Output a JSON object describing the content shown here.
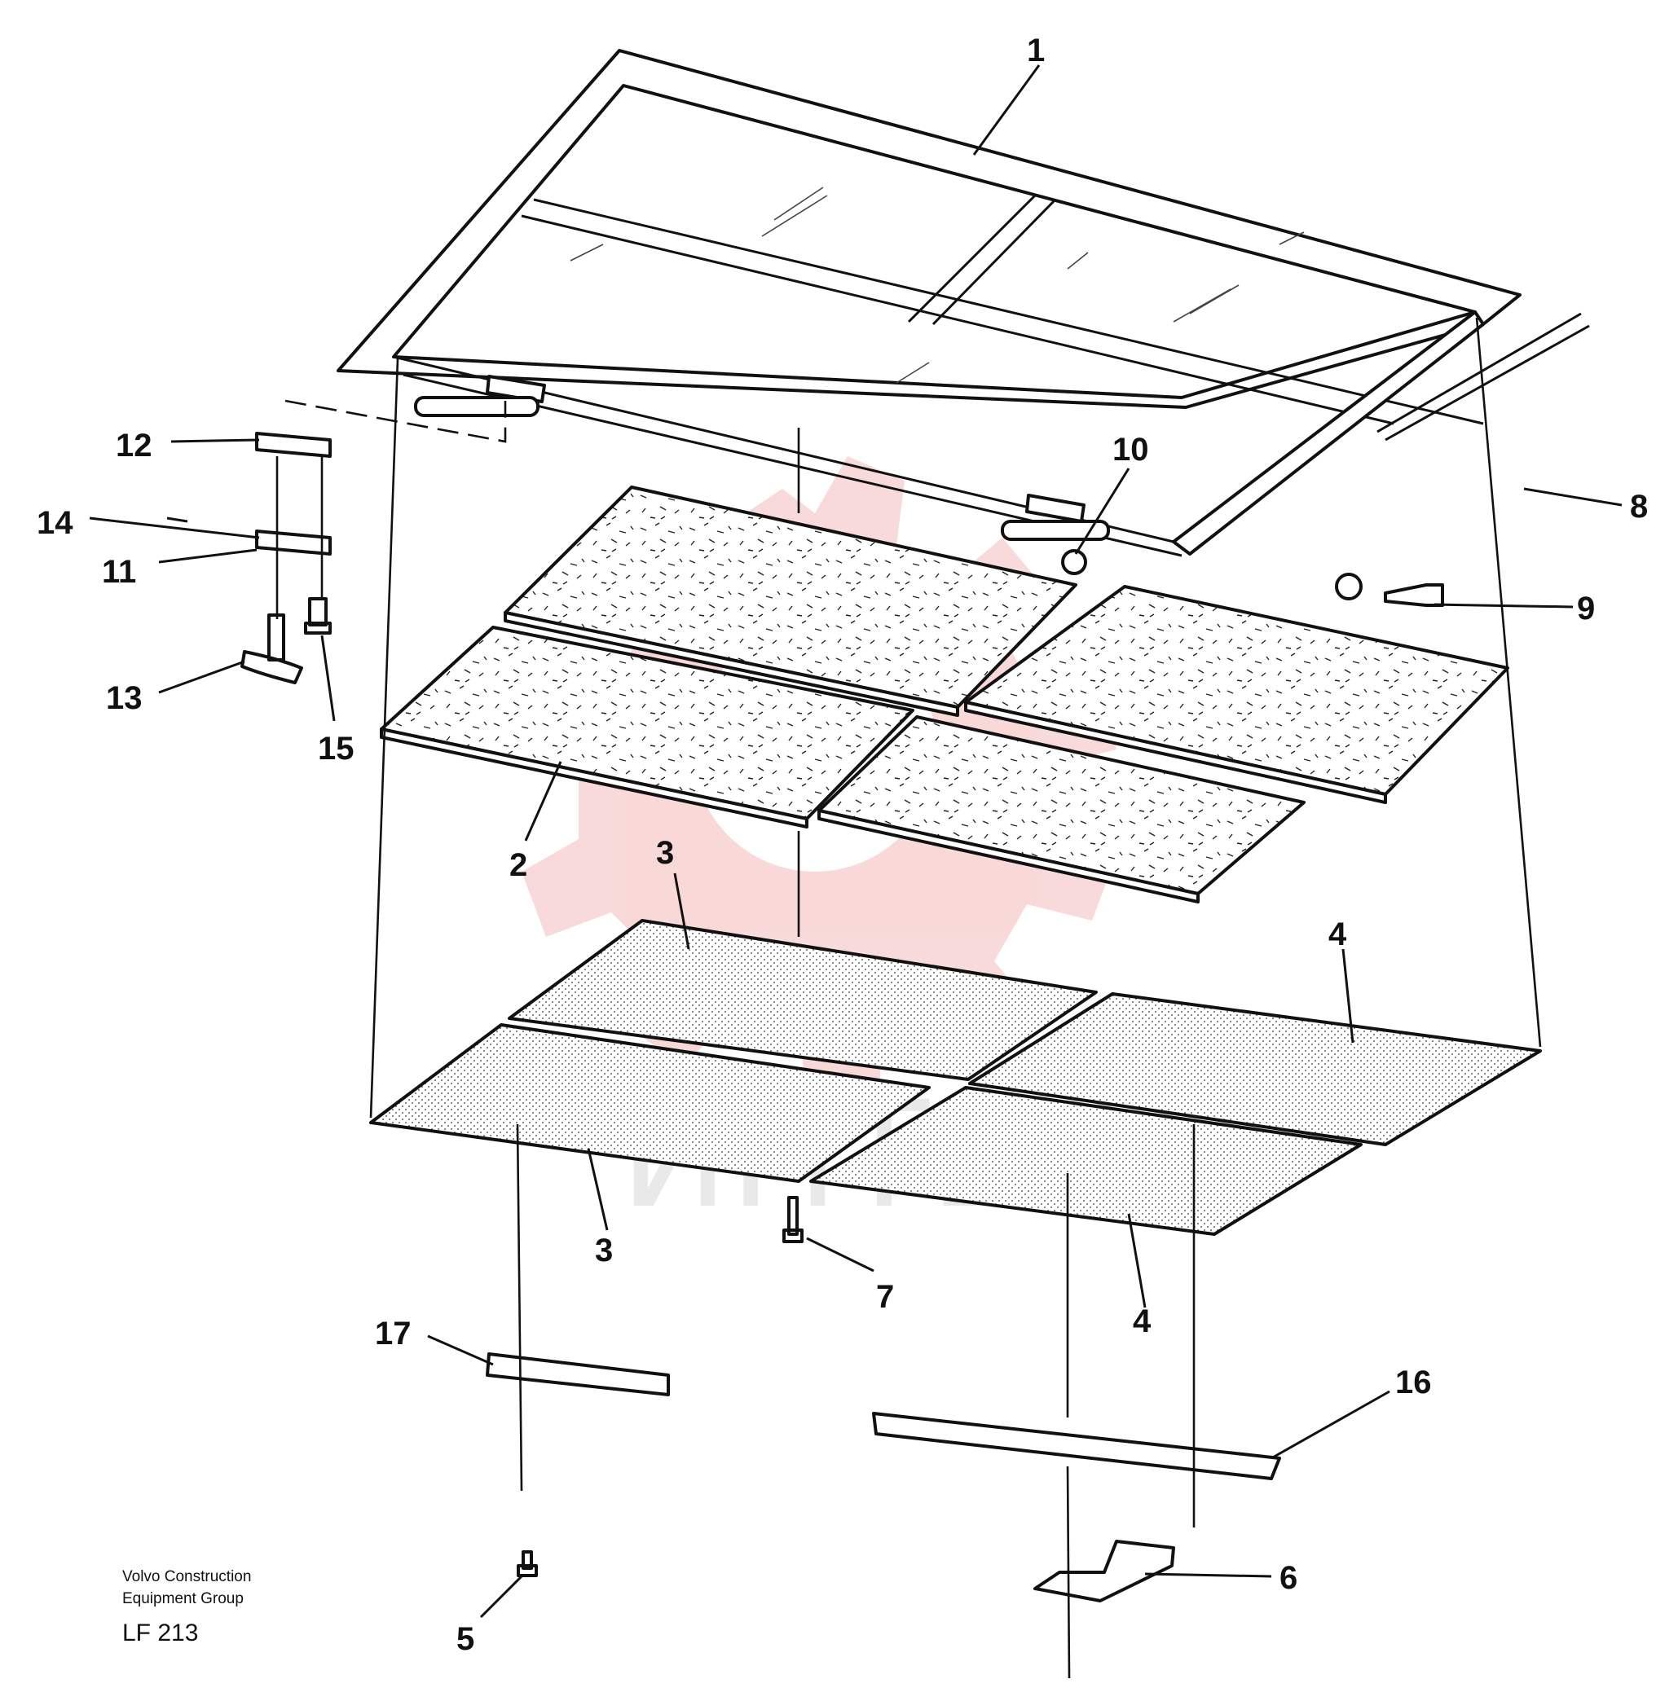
{
  "callouts": [
    {
      "id": "1",
      "label": "1"
    },
    {
      "id": "2",
      "label": "2"
    },
    {
      "id": "3a",
      "label": "3"
    },
    {
      "id": "3b",
      "label": "3"
    },
    {
      "id": "4a",
      "label": "4"
    },
    {
      "id": "4b",
      "label": "4"
    },
    {
      "id": "5",
      "label": "5"
    },
    {
      "id": "6",
      "label": "6"
    },
    {
      "id": "7",
      "label": "7"
    },
    {
      "id": "8",
      "label": "8"
    },
    {
      "id": "9",
      "label": "9"
    },
    {
      "id": "10",
      "label": "10"
    },
    {
      "id": "11",
      "label": "11"
    },
    {
      "id": "12",
      "label": "12"
    },
    {
      "id": "13",
      "label": "13"
    },
    {
      "id": "14",
      "label": "14"
    },
    {
      "id": "15",
      "label": "15"
    },
    {
      "id": "16",
      "label": "16"
    },
    {
      "id": "17",
      "label": "17"
    }
  ],
  "watermark": {
    "text": "ИНТЕХ",
    "color": "#e03030"
  },
  "footer": {
    "line1": "Volvo Construction",
    "line2": "Equipment Group",
    "code": "LF 213"
  }
}
